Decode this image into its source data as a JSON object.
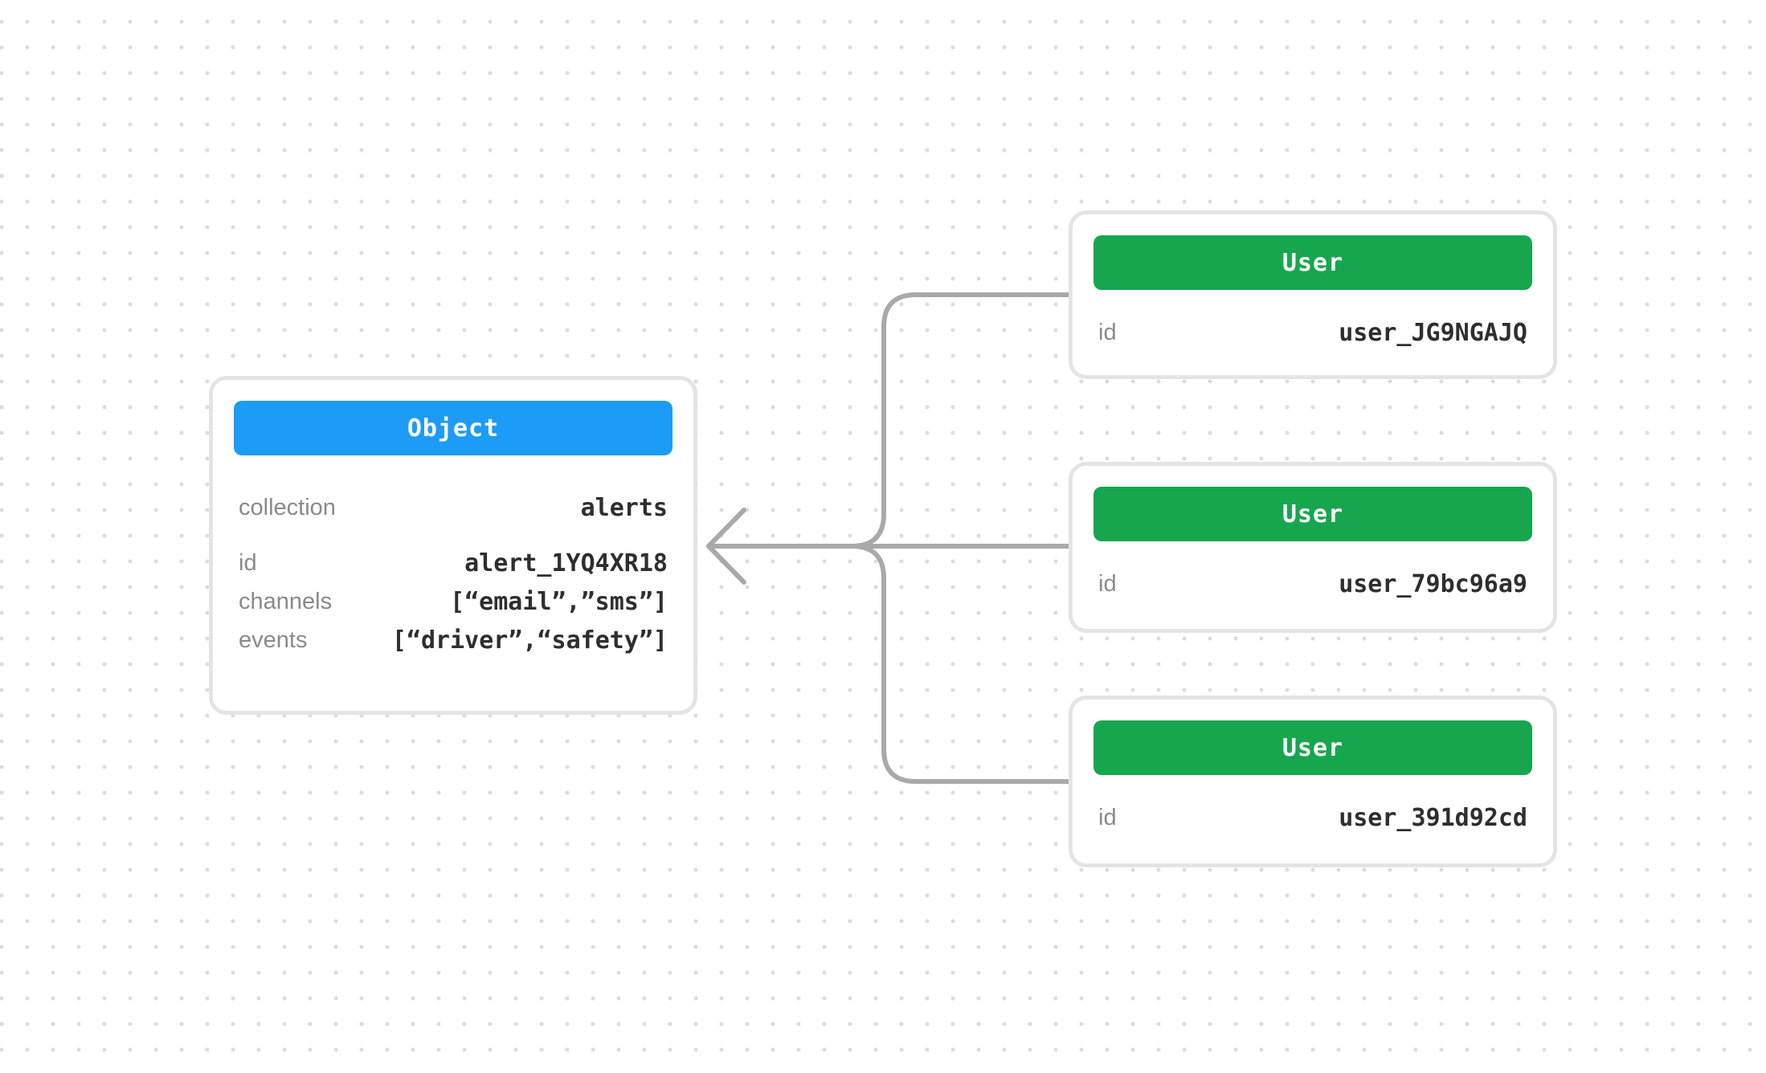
{
  "colors": {
    "background": "#ffffff",
    "dot": "#dcdcdc",
    "card_border": "#e4e4e4",
    "object_header": "#1c9cf6",
    "user_header": "#17a64e",
    "connector": "#a9a9a9",
    "label": "#8a8a8a",
    "value": "#2e2e2e",
    "header_text": "#ffffff"
  },
  "object_card": {
    "title": "Object",
    "rows": [
      {
        "label": "collection",
        "value": "alerts"
      },
      {
        "label": "id",
        "value": "alert_1YQ4XR18"
      },
      {
        "label": "channels",
        "value": "[“email”,”sms”]"
      },
      {
        "label": "events",
        "value": "[“driver”,“safety”]"
      }
    ]
  },
  "user_cards": [
    {
      "title": "User",
      "rows": [
        {
          "label": "id",
          "value": "user_JG9NGAJQ"
        }
      ]
    },
    {
      "title": "User",
      "rows": [
        {
          "label": "id",
          "value": "user_79bc96a9"
        }
      ]
    },
    {
      "title": "User",
      "rows": [
        {
          "label": "id",
          "value": "user_391d92cd"
        }
      ]
    }
  ],
  "icons": {
    "arrowhead": "arrow-left-icon"
  }
}
